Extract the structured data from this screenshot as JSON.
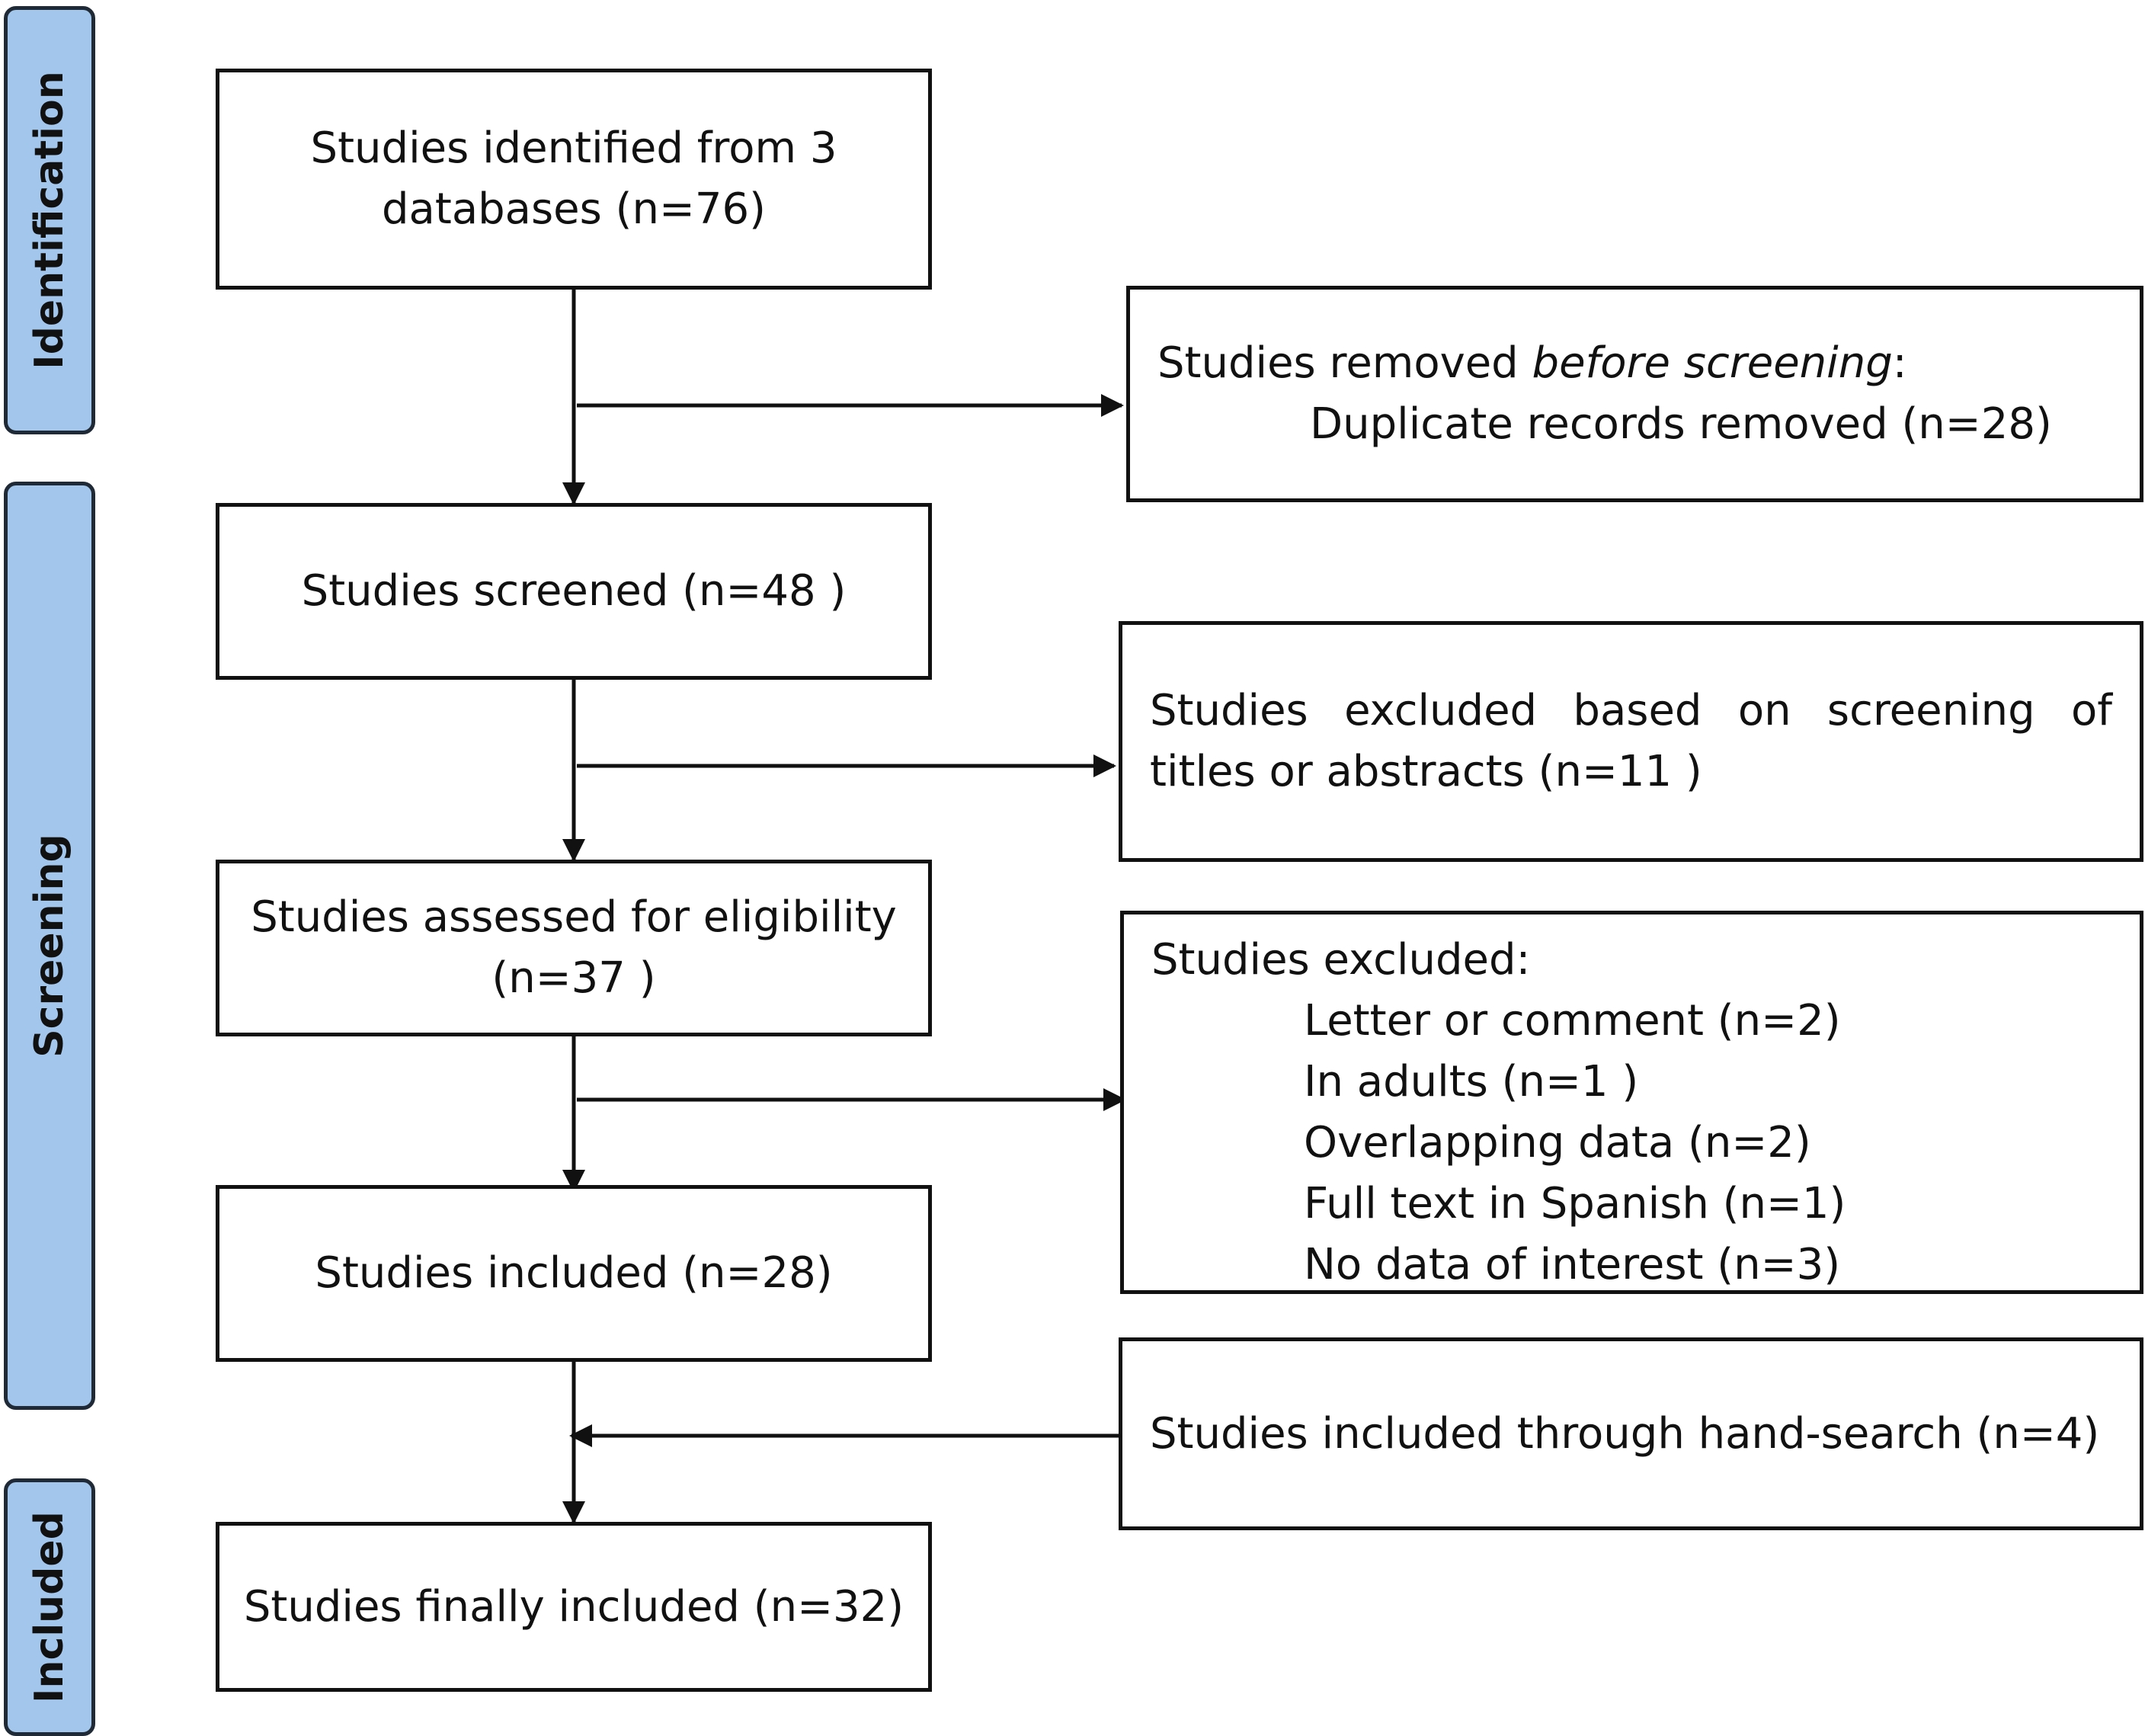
{
  "phases": {
    "identification": "Identification",
    "screening": "Screening",
    "included": "Included"
  },
  "boxes": {
    "identified": {
      "line1": "Studies identified from 3",
      "line2": "databases (n=76)"
    },
    "removed": {
      "prefix": "Studies removed ",
      "emphasis": "before screening",
      "suffix": ":",
      "detail": "Duplicate records removed (n=28)"
    },
    "screened": {
      "text": "Studies screened (n=48 )"
    },
    "excluded_titles": {
      "text": "Studies excluded based on screening of titles or abstracts (n=11 )"
    },
    "assessed": {
      "line1": "Studies assessed for eligibility",
      "line2": "(n=37 )"
    },
    "excluded": {
      "heading": "Studies excluded:",
      "reasons": [
        "Letter or comment (n=2)",
        "In adults (n=1 )",
        "Overlapping data (n=2)",
        "Full text in Spanish (n=1)",
        "No data of interest (n=3)"
      ]
    },
    "included": {
      "text": "Studies included (n=28)"
    },
    "hand_search": {
      "text": "Studies included through hand-search (n=4)"
    },
    "final": {
      "text": "Studies finally included (n=32)"
    }
  }
}
